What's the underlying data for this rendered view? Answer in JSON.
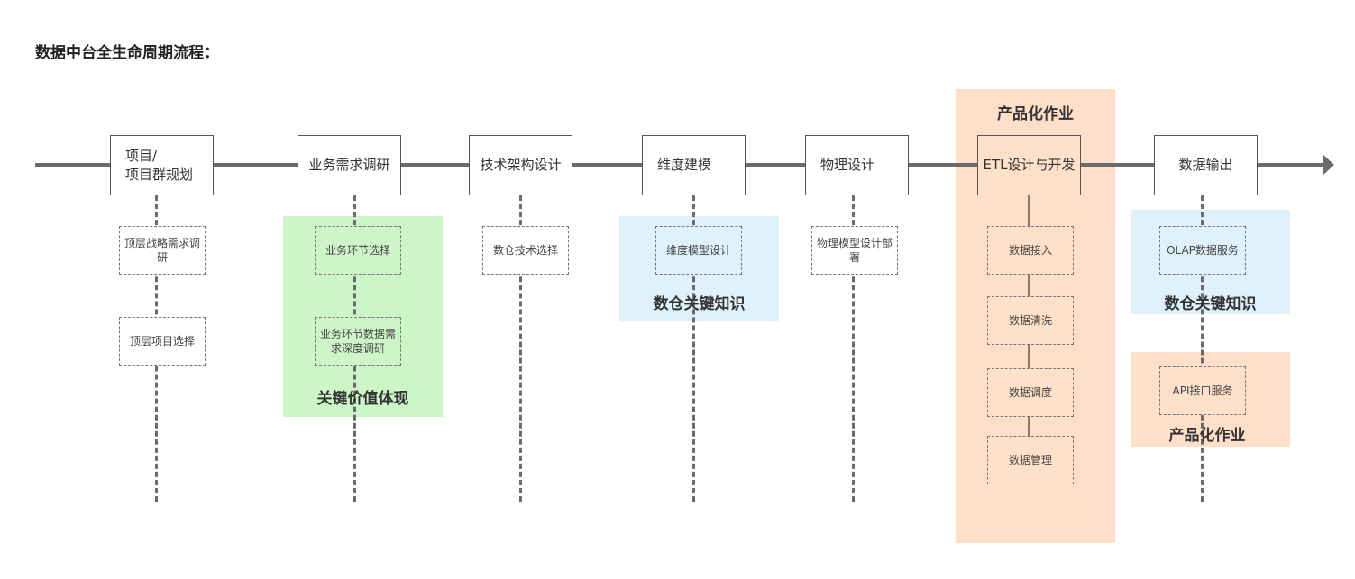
{
  "title": "数据中台全生命周期流程：",
  "colors": {
    "line": "#6b6b6b",
    "green_panel": "#ccf5c8",
    "blue_panel": "#dff2fc",
    "orange_panel": "#ffdfc8"
  },
  "stages": [
    {
      "label": "项目/\n项目群规划",
      "subs": [
        "顶层战略需求调研",
        "顶层项目选择"
      ]
    },
    {
      "label": "业务需求调研",
      "subs": [
        "业务环节选择",
        "业务环节数据需求深度调研"
      ],
      "panel_label": "关键价值体现"
    },
    {
      "label": "技术架构设计",
      "subs": [
        "数仓技术选择"
      ]
    },
    {
      "label": "维度建模",
      "subs": [
        "维度模型设计"
      ],
      "panel_label": "数仓关键知识"
    },
    {
      "label": "物理设计",
      "subs": [
        "物理模型设计部署"
      ]
    },
    {
      "label": "ETL设计与开发",
      "subs": [
        "数据接入",
        "数据清洗",
        "数据调度",
        "数据管理"
      ],
      "panel_label": "产品化作业"
    },
    {
      "label": "数据输出",
      "subs": [
        "OLAP数据服务",
        "API接口服务"
      ],
      "panel_labels": [
        "数仓关键知识",
        "产品化作业"
      ]
    }
  ]
}
